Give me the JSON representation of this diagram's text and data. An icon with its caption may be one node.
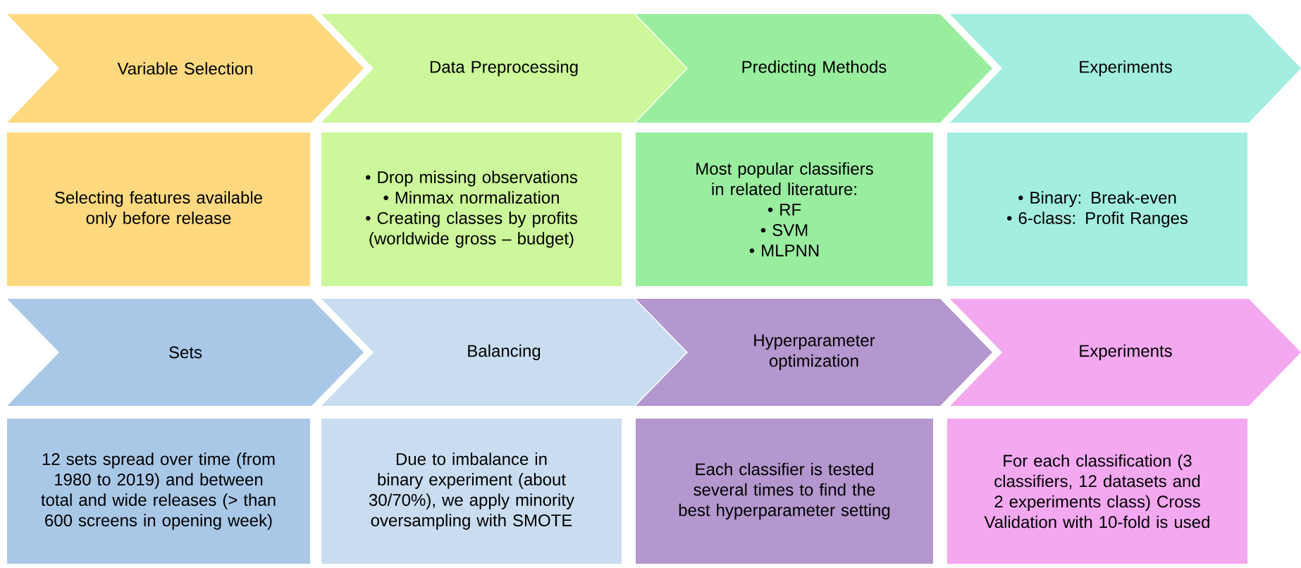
{
  "diagram": {
    "nodes": [
      {
        "text": [
          "Variable Selection"
        ]
      },
      {
        "text": [
          "Data Preprocessing"
        ]
      },
      {
        "text": [
          "Predicting Methods"
        ]
      },
      {
        "text": [
          "Experiments"
        ]
      },
      {
        "text": [
          "Selecting features available only before release"
        ]
      },
      {
        "text": [
          "• Drop missing observations",
          "• Minmax normalization",
          "• Creating classes by profits (worldwide gross – budget)"
        ]
      },
      {
        "text": [
          "Most popular classifiers in related literature:",
          "• RF",
          "• SVM",
          "• MLPNN"
        ]
      },
      {
        "text": [
          "• Binary: Break-even",
          "• 6-class: Profit Ranges"
        ]
      },
      {
        "text": [
          "Sets"
        ]
      },
      {
        "text": [
          "Balancing"
        ]
      },
      {
        "text": [
          "Hyperparameter optimization"
        ]
      },
      {
        "text": [
          "Experiments"
        ]
      },
      {
        "text": [
          "12 sets spread over time (from 1980 to 2019) and between total and wide releases (> than 600 screens in opening week)"
        ]
      },
      {
        "text": [
          "Due to imbalance in binary experiment (about 30/70%), we apply minority oversampling with SMOTE"
        ]
      },
      {
        "text": [
          "Each classifier is tested several times to find the best hyperparameter setting"
        ]
      },
      {
        "text": [
          "For each classification (3 classifiers, 12 datasets and 2 experiments class) Cross Validation with 10-fold is used"
        ]
      }
    ]
  }
}
